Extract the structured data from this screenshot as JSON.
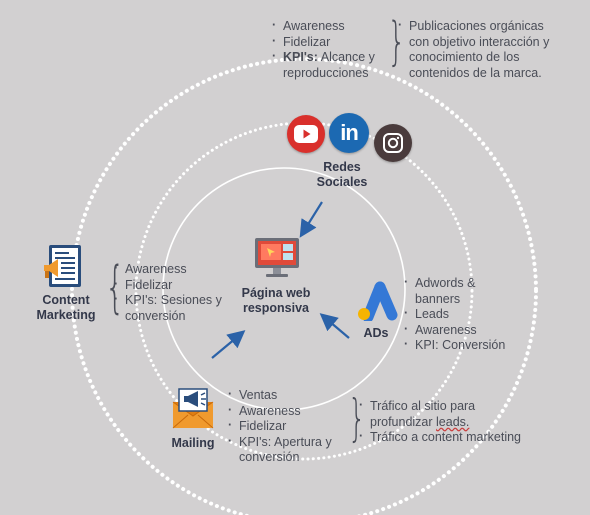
{
  "top": {
    "bullets": [
      "Awareness",
      "Fidelizar",
      "KPI's:",
      "Alcance y",
      "reproducciones"
    ],
    "desc": [
      "Publicaciones orgánicas",
      "con objetivo interacción y",
      "conocimiento de los",
      "contenidos de la marca."
    ]
  },
  "social": {
    "label_line1": "Redes",
    "label_line2": "Sociales"
  },
  "center": {
    "label_line1": "Página web",
    "label_line2": "responsiva"
  },
  "content": {
    "label_line1": "Content",
    "label_line2": "Marketing",
    "bullets": [
      "Awareness",
      "Fidelizar",
      "KPI's: Sesiones y",
      "conversión"
    ]
  },
  "ads": {
    "label": "ADs",
    "bullets": [
      "Adwords &",
      "banners",
      "Leads",
      "Awareness",
      "KPI: Conversión"
    ]
  },
  "mailing": {
    "label": "Mailing",
    "bullets": [
      "Ventas",
      "Awareness",
      "Fidelizar",
      "KPI's: Apertura y",
      "conversión"
    ],
    "desc": [
      "Tráfico al sitio para",
      "profundizar",
      "leads.",
      "Tráfico a content marketing"
    ]
  },
  "colors": {
    "background": "#d2d0d1",
    "text": "#4a4d57",
    "arrow": "#2b62a8",
    "youtube": "#d9302c",
    "linkedin": "#1c69b2",
    "instagram": "#4a3b3c",
    "ads_blue": "#3478d6",
    "ads_yellow": "#f5b400",
    "mail_orange": "#f09a2e",
    "monitor_red": "#e04a3a"
  },
  "icons": [
    "youtube-icon",
    "linkedin-icon",
    "instagram-icon",
    "monitor-icon",
    "document-megaphone-icon",
    "google-ads-icon",
    "mail-megaphone-icon"
  ]
}
